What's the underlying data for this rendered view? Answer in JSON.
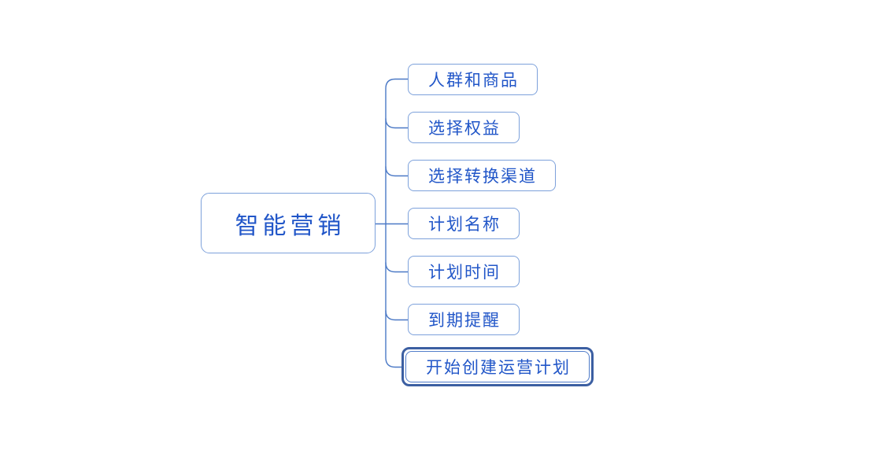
{
  "diagram": {
    "type": "mindmap",
    "root": {
      "label": "智能营销"
    },
    "children": [
      {
        "label": "人群和商品",
        "selected": false
      },
      {
        "label": "选择权益",
        "selected": false
      },
      {
        "label": "选择转换渠道",
        "selected": false
      },
      {
        "label": "计划名称",
        "selected": false
      },
      {
        "label": "计划时间",
        "selected": false
      },
      {
        "label": "到期提醒",
        "selected": false
      },
      {
        "label": "开始创建运营计划",
        "selected": true
      }
    ],
    "colors": {
      "background": "#ffffff",
      "node_border": "#7da1db",
      "connector_line": "#4b79c6",
      "node_text": "#2156c8",
      "selection_border": "#3c5fa2"
    }
  }
}
